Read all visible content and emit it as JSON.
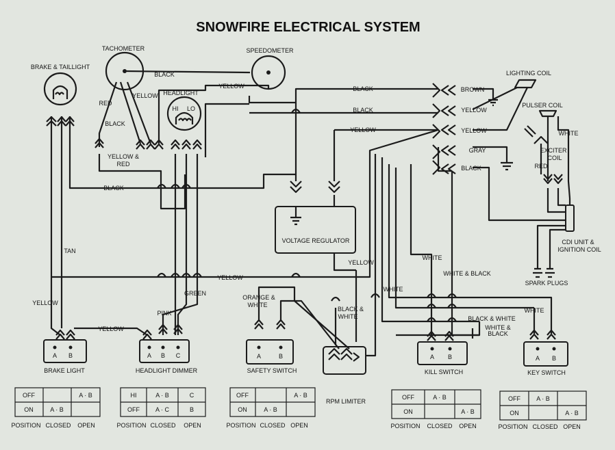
{
  "title": "SNOWFIRE ELECTRICAL SYSTEM",
  "components": {
    "brake_taillight": "BRAKE & TAILLIGHT",
    "tachometer": "TACHOMETER",
    "speedometer": "SPEEDOMETER",
    "headlight": "HEADLIGHT",
    "headlight_hi": "HI",
    "headlight_lo": "LO",
    "lighting_coil": "LIGHTING COIL",
    "pulser_coil": "PULSER COIL",
    "exciter_coil_1": "EXCITER",
    "exciter_coil_2": "COIL",
    "cdi_1": "CDI UNIT &",
    "cdi_2": "IGNITION COIL",
    "spark_plugs": "SPARK PLUGS",
    "voltage_regulator": "VOLTAGE REGULATOR",
    "rpm_limiter": "RPM LIMITER"
  },
  "wire_labels": {
    "black": "BLACK",
    "yellow": "YELLOW",
    "red": "RED",
    "yellow_red_1": "YELLOW &",
    "yellow_red_2": "RED",
    "brown": "BROWN",
    "gray": "GRAY",
    "white": "WHITE",
    "tan": "TAN",
    "pink": "PINK",
    "green": "GREEN",
    "orange_white_1": "ORANGE &",
    "orange_white_2": "WHITE",
    "black_white_1": "BLACK &",
    "black_white_2": "WHITE",
    "white_black": "WHITE & BLACK",
    "black_white": "BLACK & WHITE",
    "white_and": "WHITE &",
    "black_lower": "BLACK"
  },
  "switches": [
    {
      "name": "BRAKE LIGHT",
      "terminals": [
        "A",
        "B"
      ]
    },
    {
      "name": "HEADLIGHT DIMMER",
      "terminals": [
        "A",
        "B",
        "C"
      ]
    },
    {
      "name": "SAFETY SWITCH",
      "terminals": [
        "A",
        "B"
      ]
    },
    {
      "name": "KILL SWITCH",
      "terminals": [
        "A",
        "B"
      ]
    },
    {
      "name": "KEY SWITCH",
      "terminals": [
        "A",
        "B"
      ]
    }
  ],
  "tables": [
    {
      "rows": [
        [
          "OFF",
          "",
          "A · B"
        ],
        [
          "ON",
          "A · B",
          ""
        ]
      ],
      "footer": [
        "POSITION",
        "CLOSED",
        "OPEN"
      ]
    },
    {
      "rows": [
        [
          "HI",
          "A · B",
          "C"
        ],
        [
          "OFF",
          "A · C",
          "B"
        ]
      ],
      "footer": [
        "POSITION",
        "CLOSED",
        "OPEN"
      ]
    },
    {
      "rows": [
        [
          "OFF",
          "",
          "A · B"
        ],
        [
          "ON",
          "A · B",
          ""
        ]
      ],
      "footer": [
        "POSITION",
        "CLOSED",
        "OPEN"
      ]
    },
    {
      "rows": [
        [
          "OFF",
          "A · B",
          ""
        ],
        [
          "ON",
          "",
          "A · B"
        ]
      ],
      "footer": [
        "POSITION",
        "CLOSED",
        "OPEN"
      ]
    },
    {
      "rows": [
        [
          "OFF",
          "A · B",
          ""
        ],
        [
          "ON",
          "",
          "A · B"
        ]
      ],
      "footer": [
        "POSITION",
        "CLOSED",
        "OPEN"
      ]
    }
  ]
}
